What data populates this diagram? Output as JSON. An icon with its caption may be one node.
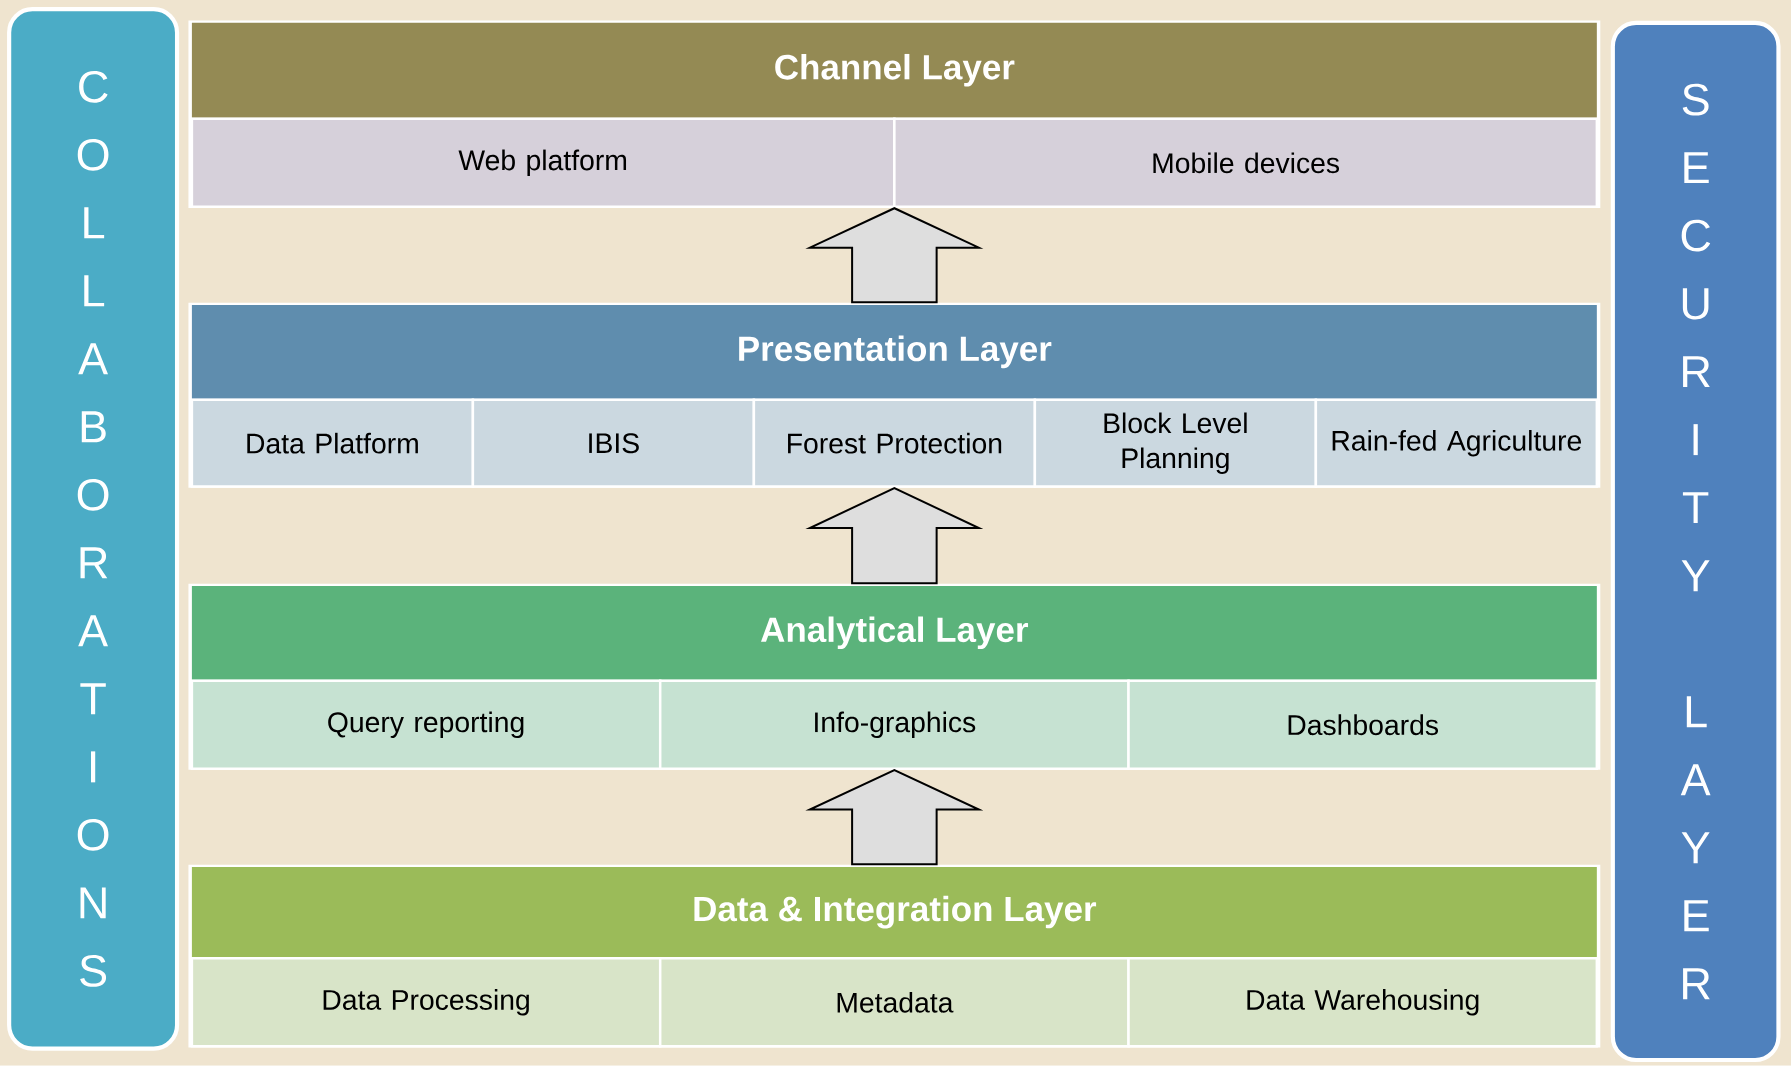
{
  "diagram": {
    "nodes": [
      {
        "text": [
          "C O L L A B O R A T I O N S"
        ]
      },
      {
        "text": [
          "Channel Layer"
        ]
      },
      {
        "text": [
          "Web platform"
        ],
        "in": 1
      },
      {
        "text": [
          "Mobile devices"
        ],
        "in": 1
      },
      {
        "text": [
          "Presentation Layer"
        ]
      },
      {
        "text": [
          "Data Platform"
        ],
        "in": 4
      },
      {
        "text": [
          "IBIS"
        ],
        "in": 4
      },
      {
        "text": [
          "Forest Protection"
        ],
        "in": 4
      },
      {
        "text": [
          "Block Level Planning"
        ],
        "in": 4
      },
      {
        "text": [
          "Rain-fed Agriculture"
        ],
        "in": 4
      },
      {
        "text": [
          "Analytical Layer"
        ]
      },
      {
        "text": [
          "Query reporting"
        ],
        "in": 10
      },
      {
        "text": [
          "Info-graphics"
        ],
        "in": 10
      },
      {
        "text": [
          "Dashboards"
        ],
        "in": 10
      },
      {
        "text": [
          "Data & Integration Layer"
        ]
      },
      {
        "text": [
          "Data Processing"
        ],
        "in": 14
      },
      {
        "text": [
          "Metadata"
        ],
        "in": 14
      },
      {
        "text": [
          "Data Warehousing"
        ],
        "in": 14
      },
      {
        "text": [
          "S E C U R I T Y",
          "L A Y E R"
        ]
      }
    ],
    "edges": [
      {
        "from": 4,
        "to": 1,
        "arrow": "to"
      },
      {
        "from": 10,
        "to": 4,
        "arrow": "to"
      },
      {
        "from": 14,
        "to": 10,
        "arrow": "to"
      }
    ]
  }
}
